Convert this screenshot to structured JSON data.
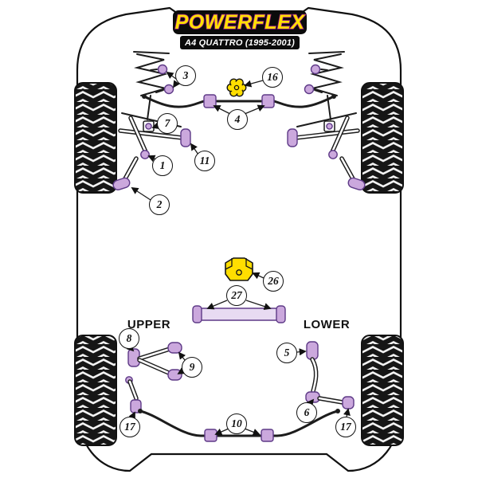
{
  "header": {
    "brand": "POWERFLEX",
    "model": "A4 QUATTRO (1995-2001)"
  },
  "labels": {
    "upper": "UPPER",
    "lower": "LOWER"
  },
  "callouts": {
    "c1": "1",
    "c2": "2",
    "c3": "3",
    "c4": "4",
    "c5": "5",
    "c6": "6",
    "c7": "7",
    "c8": "8",
    "c9": "9",
    "c10": "10",
    "c11": "11",
    "c16": "16",
    "c17_left": "17",
    "c17_right": "17",
    "c26": "26",
    "c27": "27"
  },
  "colors": {
    "bushing_fill": "#CBA8DD",
    "bushing_stroke": "#5E3A87",
    "accent_yellow": "#FFDE00",
    "brand_yellow": "#FFE000",
    "brand_purple": "#A21C8F",
    "outline": "#111111",
    "background": "#FFFFFF"
  }
}
